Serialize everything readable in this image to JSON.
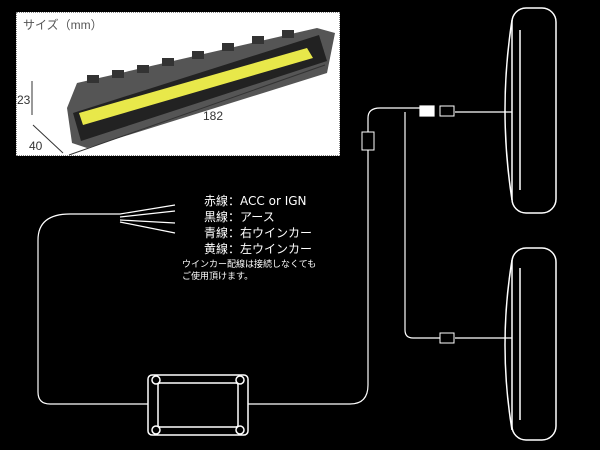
{
  "size_panel": {
    "title": "サイズ（mm）",
    "height": "23",
    "length": "182",
    "depth": "40"
  },
  "wires": [
    {
      "color": "赤線",
      "function": "ACC or IGN"
    },
    {
      "color": "黒線",
      "function": "アース"
    },
    {
      "color": "青線",
      "function": "右ウインカー"
    },
    {
      "color": "黄線",
      "function": "左ウインカー"
    }
  ],
  "note": {
    "line1": "ウインカー配線は接続しなくても",
    "line2": "ご使用頂けます。"
  },
  "colors": {
    "background": "#000000",
    "line": "#ffffff",
    "led_strip": "#e8e84a"
  }
}
